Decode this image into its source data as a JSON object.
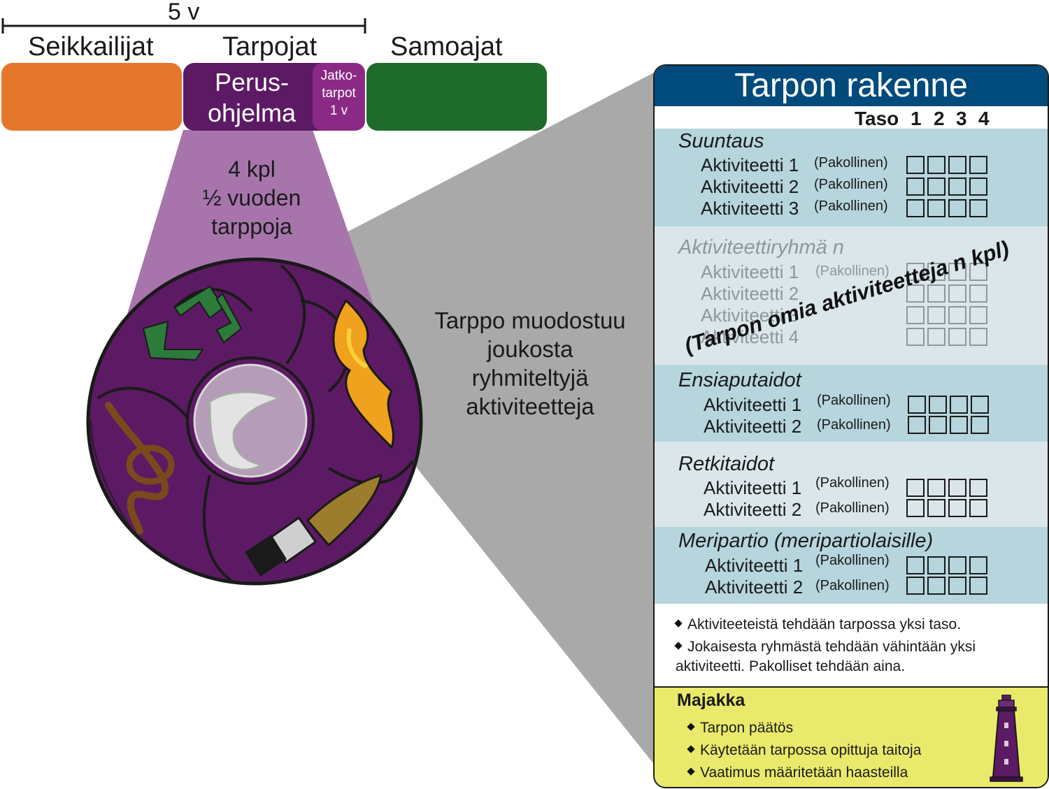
{
  "timeline": {
    "span_label": "5 v",
    "stages": [
      {
        "name": "Seikkailijat",
        "color": "#e5772d"
      },
      {
        "name": "Tarpojat",
        "color": "#5d1a64"
      },
      {
        "name": "Samoajat",
        "color": "#1f6b2b"
      }
    ],
    "tarpojat_parts": {
      "main": "Perus-\nohjelma",
      "extra": "Jatko-\ntarpot\n1 v",
      "extra_color": "#8a2a84"
    }
  },
  "tarppo_info": "4 kpl\n½ vuoden\ntarppoja",
  "middle_text": "Tarppo muodostuu\njoukosta\nryhmiteltyjä\naktiviteetteja",
  "badge_icons": [
    "recycle-icon",
    "flame-icon",
    "knot-rope-icon",
    "paintbrush-icon",
    "flag-icon"
  ],
  "panel": {
    "title": "Tarpon rakenne",
    "levels_label": "Taso",
    "levels": [
      "1",
      "2",
      "3",
      "4"
    ],
    "groups": [
      {
        "title": "Suuntaus",
        "activities": [
          {
            "label": "Aktiviteetti 1",
            "tag": "(Pakollinen)"
          },
          {
            "label": "Aktiviteetti 2",
            "tag": "(Pakollinen)"
          },
          {
            "label": "Aktiviteetti 3",
            "tag": "(Pakollinen)"
          }
        ]
      },
      {
        "title": "Aktiviteettiryhmä n",
        "activities": [
          {
            "label": "Aktiviteetti 1",
            "tag": "(Pakollinen)"
          },
          {
            "label": "Aktiviteetti 2",
            "tag": ""
          },
          {
            "label": "Aktiviteetti 3",
            "tag": ""
          },
          {
            "label": "Aktiviteetti 4",
            "tag": ""
          }
        ],
        "overlay": "(Tarpon omia aktiviteetteja n kpl)"
      },
      {
        "title": "Ensiaputaidot",
        "activities": [
          {
            "label": "Aktiviteetti 1",
            "tag": "(Pakollinen)"
          },
          {
            "label": "Aktiviteetti 2",
            "tag": "(Pakollinen)"
          }
        ]
      },
      {
        "title": "Retkitaidot",
        "activities": [
          {
            "label": "Aktiviteetti 1",
            "tag": "(Pakollinen)"
          },
          {
            "label": "Aktiviteetti 2",
            "tag": "(Pakollinen)"
          }
        ]
      },
      {
        "title": "Meripartio (meripartiolaisille)",
        "activities": [
          {
            "label": "Aktiviteetti 1",
            "tag": "(Pakollinen)"
          },
          {
            "label": "Aktiviteetti 2",
            "tag": "(Pakollinen)"
          }
        ]
      }
    ],
    "notes": [
      "Aktiviteeteistä tehdään tarpossa yksi taso.",
      "Jokaisesta ryhmästä tehdään vähintään yksi aktiviteetti. Pakolliset tehdään aina."
    ],
    "majakka": {
      "title": "Majakka",
      "items": [
        "Tarpon päätös",
        "Käytetään tarpossa opittuja taitoja",
        "Vaatimus määritetään haasteilla"
      ],
      "icon": "lighthouse-icon"
    },
    "colors": {
      "title_bg": "#004a7c",
      "group_bg_dark": "#b6d5dd",
      "group_bg_light": "#dbe6ea",
      "majakka_bg": "#e9ea6b"
    }
  }
}
